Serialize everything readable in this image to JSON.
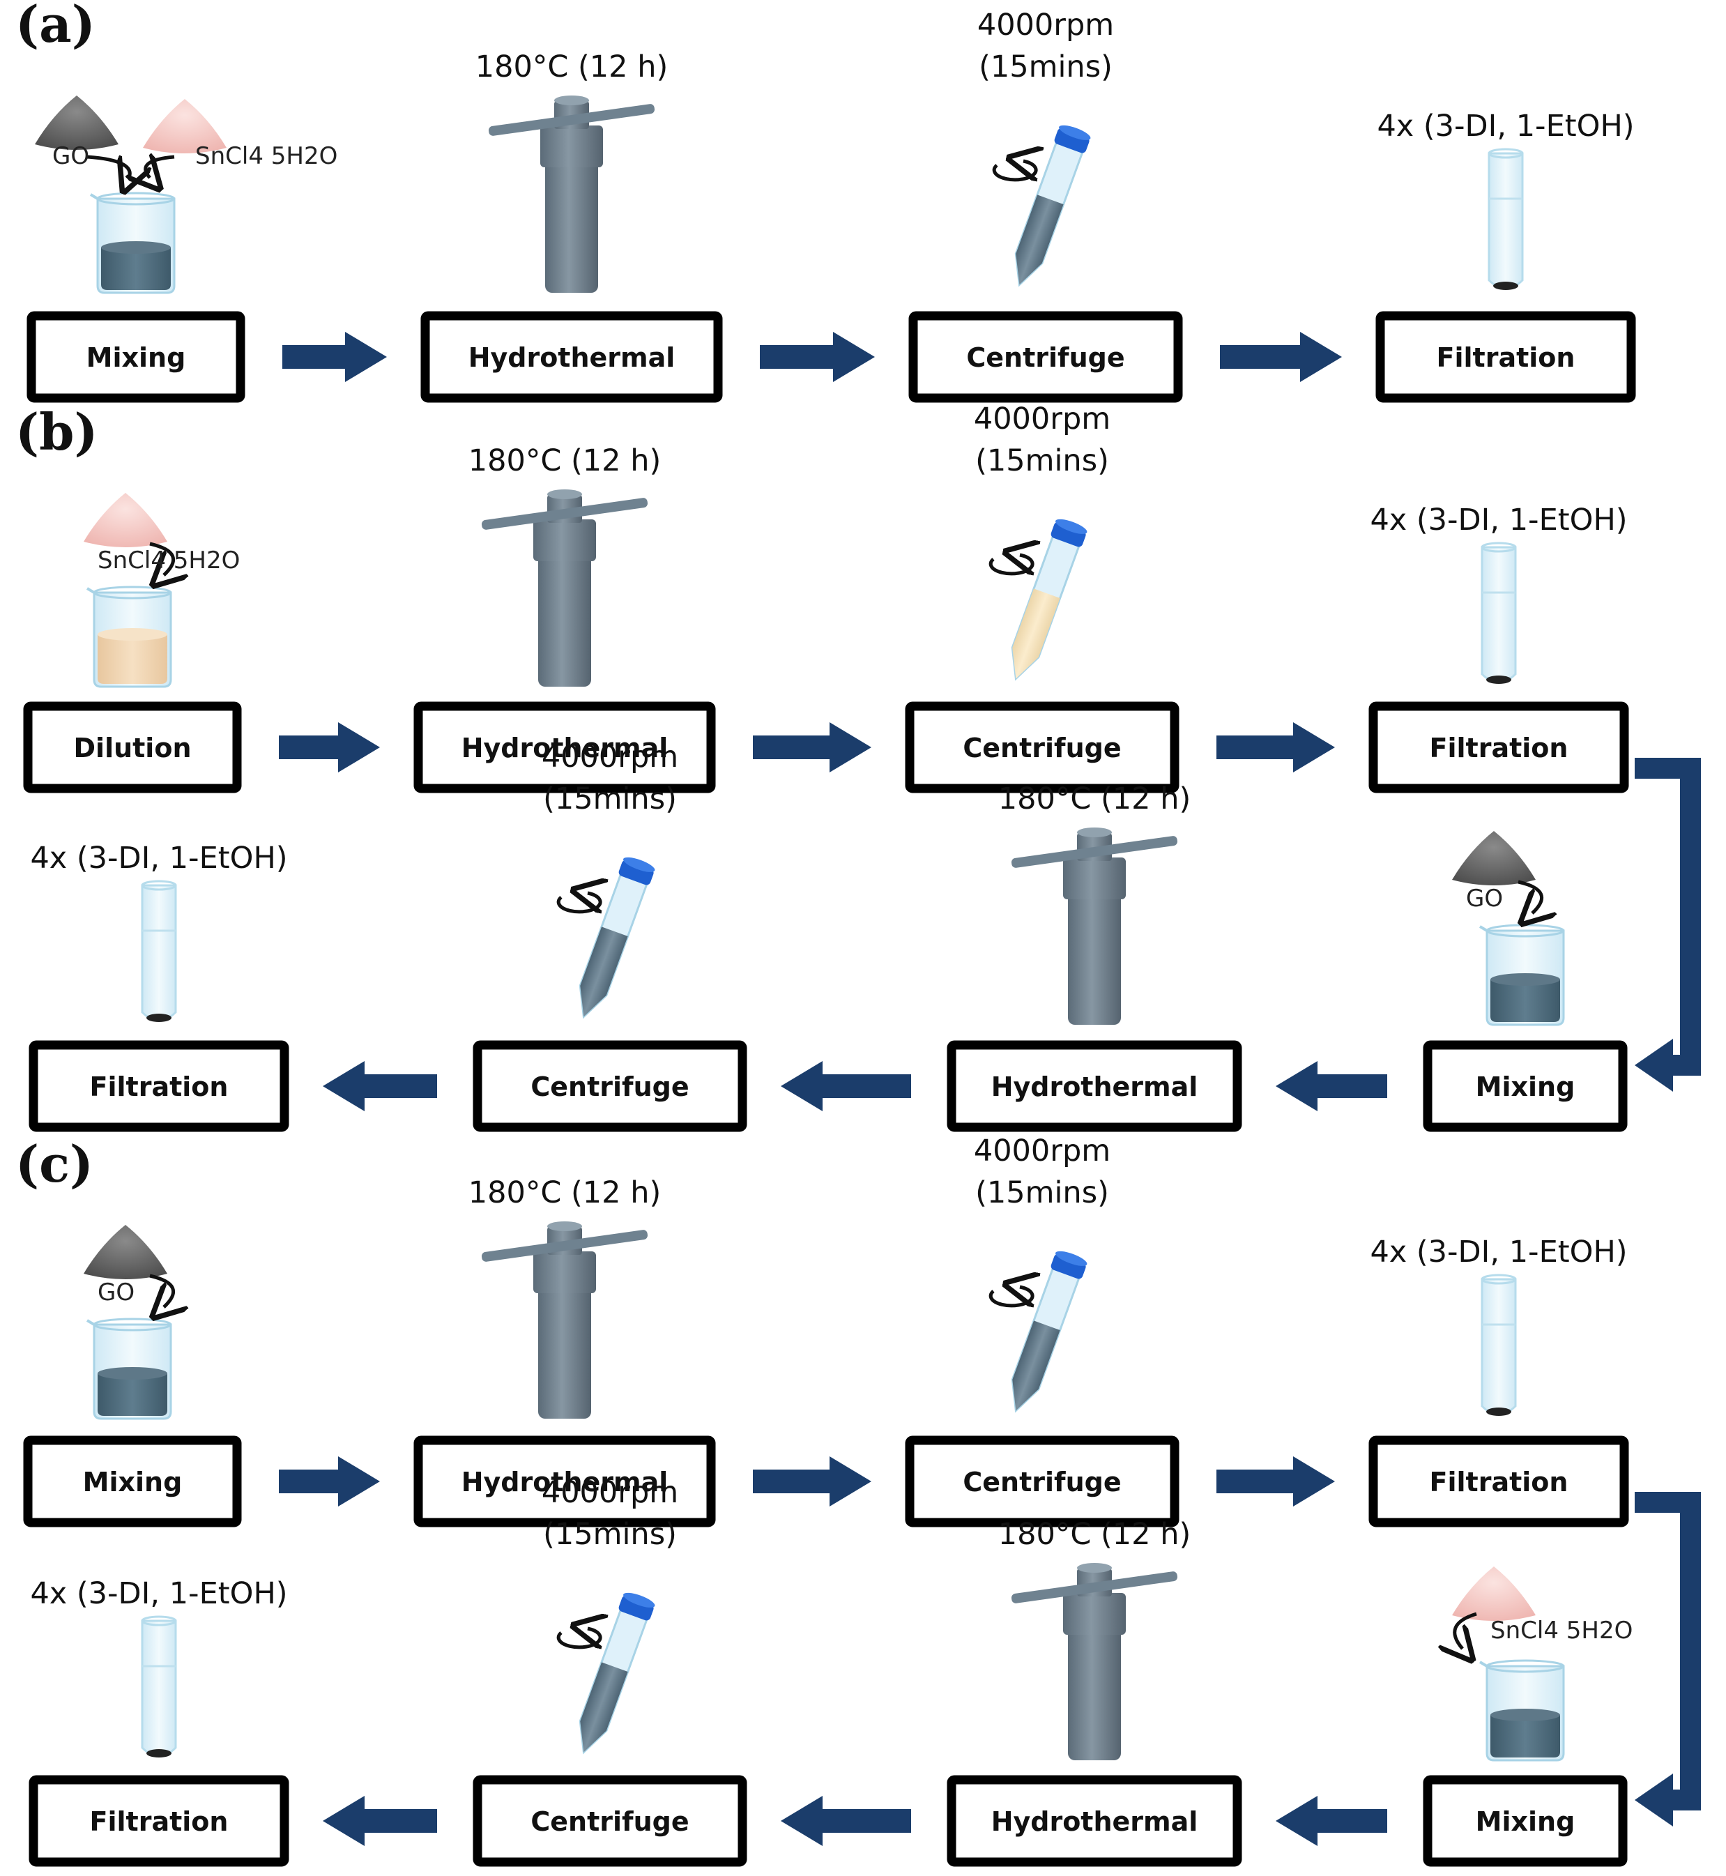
{
  "panels": [
    {
      "label": "(a)",
      "row1": [
        {
          "box": "Mixing",
          "icon": "beaker-gray-icon",
          "reagents": [
            "GO",
            "SnCl4 5H2O"
          ]
        },
        {
          "box": "Hydrothermal",
          "icon": "autoclave-icon",
          "condition": "180°C (12 h)"
        },
        {
          "box": "Centrifuge",
          "icon": "centrifuge-tube-icon",
          "condition": [
            "4000rpm",
            "(15mins)"
          ]
        },
        {
          "box": "Filtration",
          "icon": "test-tube-icon",
          "condition": "4x (3-DI, 1-EtOH)"
        }
      ]
    },
    {
      "label": "(b)",
      "row1": [
        {
          "box": "Dilution",
          "icon": "beaker-tan-icon",
          "reagents": [
            "SnCl4 5H2O"
          ]
        },
        {
          "box": "Hydrothermal",
          "icon": "autoclave-icon",
          "condition": "180°C (12 h)"
        },
        {
          "box": "Centrifuge",
          "icon": "centrifuge-tube-icon",
          "condition": [
            "4000rpm",
            "(15mins)"
          ]
        },
        {
          "box": "Filtration",
          "icon": "test-tube-icon",
          "condition": "4x (3-DI, 1-EtOH)"
        }
      ],
      "row2": [
        {
          "box": "Filtration",
          "icon": "test-tube-icon",
          "condition": "4x (3-DI, 1-EtOH)"
        },
        {
          "box": "Centrifuge",
          "icon": "centrifuge-tube-icon",
          "condition": [
            "4000rpm",
            "(15mins)"
          ]
        },
        {
          "box": "Hydrothermal",
          "icon": "autoclave-icon",
          "condition": "180°C (12 h)"
        },
        {
          "box": "Mixing",
          "icon": "beaker-gray-icon",
          "reagents": [
            "GO"
          ]
        }
      ]
    },
    {
      "label": "(c)",
      "row1": [
        {
          "box": "Mixing",
          "icon": "beaker-gray-icon",
          "reagents": [
            "GO"
          ]
        },
        {
          "box": "Hydrothermal",
          "icon": "autoclave-icon",
          "condition": "180°C (12 h)"
        },
        {
          "box": "Centrifuge",
          "icon": "centrifuge-tube-icon",
          "condition": [
            "4000rpm",
            "(15mins)"
          ]
        },
        {
          "box": "Filtration",
          "icon": "test-tube-icon",
          "condition": "4x (3-DI, 1-EtOH)"
        }
      ],
      "row2": [
        {
          "box": "Filtration",
          "icon": "test-tube-icon",
          "condition": "4x (3-DI, 1-EtOH)"
        },
        {
          "box": "Centrifuge",
          "icon": "centrifuge-tube-icon",
          "condition": [
            "4000rpm",
            "(15mins)"
          ]
        },
        {
          "box": "Hydrothermal",
          "icon": "autoclave-icon",
          "condition": "180°C (12 h)"
        },
        {
          "box": "Mixing",
          "icon": "beaker-gray-icon",
          "reagents": [
            "SnCl4 5H2O"
          ]
        }
      ]
    }
  ],
  "colors": {
    "arrow": "#1b3d6b",
    "box_border": "#000000",
    "go_powder": "#5f5f5f",
    "sncl4_powder": "#f3c4c0",
    "gray_liquid": "#4f6f80",
    "tan_liquid": "#f1d4b0",
    "autoclave": "#6d7f8c",
    "tube_cap": "#1e5fd0"
  }
}
